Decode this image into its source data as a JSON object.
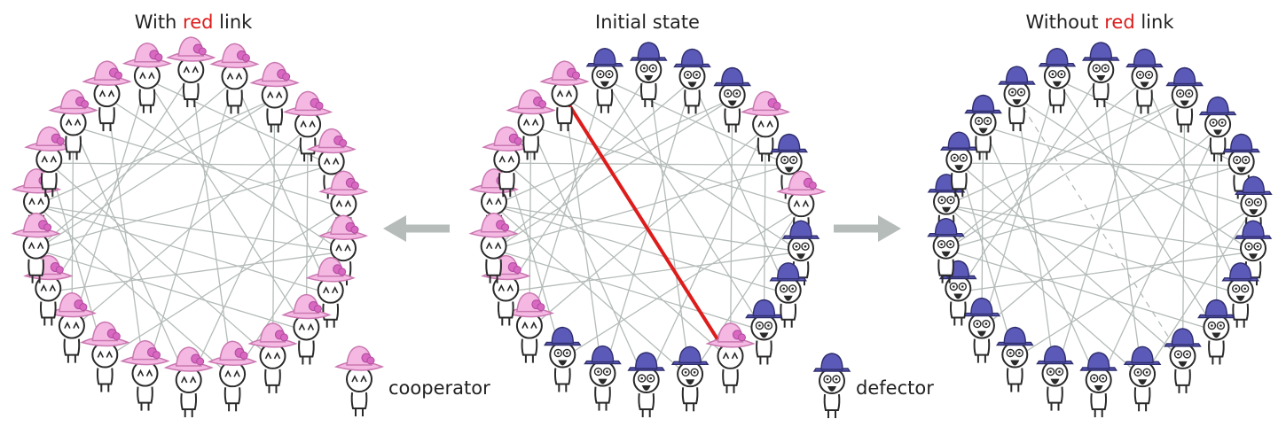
{
  "colors": {
    "red": "#dd1c1c",
    "edge": "#b4bcb8",
    "arrow": "#b6bcb9",
    "cooperator_hat": "#f4b8e3",
    "cooperator_hat_outline": "#c978b0",
    "cooperator_flower": "#d868c0",
    "defector_hat": "#5c5ab8",
    "defector_hat_outline": "#2f2e6e",
    "figure": "#2a2a2a"
  },
  "panels": [
    {
      "title_pre": "With ",
      "title_red": "red",
      "title_post": " link",
      "nodes": [
        "C",
        "C",
        "C",
        "C",
        "C",
        "C",
        "C",
        "C",
        "C",
        "C",
        "C",
        "C",
        "C",
        "C",
        "C",
        "C",
        "C",
        "C",
        "C",
        "C",
        "C",
        "C"
      ],
      "special_edge": {
        "from": 3,
        "to": 14,
        "style": "none"
      }
    },
    {
      "title_pre": "Initial state",
      "title_red": "",
      "title_post": "",
      "nodes": [
        "C",
        "C",
        "C",
        "C",
        "D",
        "D",
        "D",
        "D",
        "C",
        "D",
        "C",
        "D",
        "D",
        "D",
        "C",
        "D",
        "D",
        "D",
        "D",
        "C",
        "C",
        "C"
      ],
      "special_edge": {
        "from": 3,
        "to": 14,
        "style": "red"
      }
    },
    {
      "title_pre": "Without ",
      "title_red": "red",
      "title_post": " link",
      "nodes": [
        "D",
        "D",
        "D",
        "D",
        "D",
        "D",
        "D",
        "D",
        "D",
        "D",
        "D",
        "D",
        "D",
        "D",
        "D",
        "D",
        "D",
        "D",
        "D",
        "D",
        "D",
        "D"
      ],
      "special_edge": {
        "from": 3,
        "to": 14,
        "style": "dashed"
      }
    }
  ],
  "edges": [
    [
      0,
      7
    ],
    [
      0,
      12
    ],
    [
      0,
      15
    ],
    [
      1,
      9
    ],
    [
      1,
      14
    ],
    [
      1,
      18
    ],
    [
      2,
      10
    ],
    [
      2,
      16
    ],
    [
      3,
      11
    ],
    [
      3,
      17
    ],
    [
      4,
      13
    ],
    [
      4,
      19
    ],
    [
      5,
      15
    ],
    [
      5,
      20
    ],
    [
      6,
      12
    ],
    [
      6,
      17
    ],
    [
      7,
      14
    ],
    [
      7,
      21
    ],
    [
      8,
      16
    ],
    [
      8,
      19
    ],
    [
      9,
      21
    ],
    [
      10,
      18
    ],
    [
      11,
      20
    ],
    [
      13,
      21
    ],
    [
      0,
      11
    ],
    [
      2,
      19
    ],
    [
      4,
      9
    ],
    [
      6,
      21
    ],
    [
      8,
      13
    ],
    [
      10,
      15
    ]
  ],
  "legend": {
    "cooperator": "cooperator",
    "defector": "defector"
  }
}
